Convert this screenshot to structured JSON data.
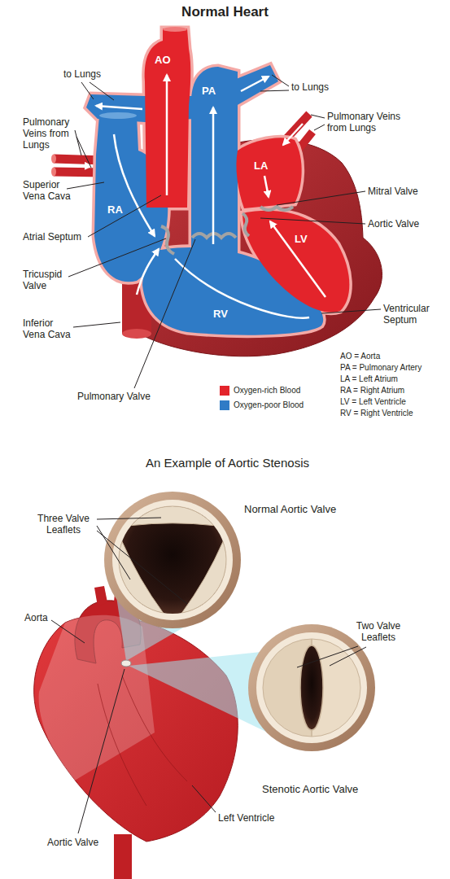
{
  "diagram": {
    "title": "Normal Heart",
    "labels": [
      "to Lungs",
      "to Lungs",
      "Pulmonary Veins from Lungs",
      "Pulmonary Veins from Lungs",
      "AO",
      "PA",
      "LA",
      "RA",
      "LV",
      "RV",
      "Superior Vena Cava",
      "Mitral Valve",
      "Aortic Valve",
      "Atrial Septum",
      "Tricuspid Valve",
      "Ventricular Septum",
      "Inferior Vena Cava",
      "Pulmonary Valve",
      "AO = Aorta",
      "PA = Pulmonary Artery",
      "LA = Left Atrium",
      "RA = Right Atrium",
      "LV = Left Ventricle",
      "RV = Right Ventricle",
      "An Example of Aortic Stenosis",
      "Three Valve Leaflets",
      "Normal Aortic Valve",
      "Two Valve Leaflets",
      "Aorta",
      "Stenotic Aortic Valve",
      "Left Ventricle",
      "Aortic Valve"
    ],
    "legend": [
      {
        "text": "Oxygen-rich Blood",
        "color": "#e3242b"
      },
      {
        "text": "Oxygen-poor Blood",
        "color": "#2f7bc6"
      }
    ]
  }
}
